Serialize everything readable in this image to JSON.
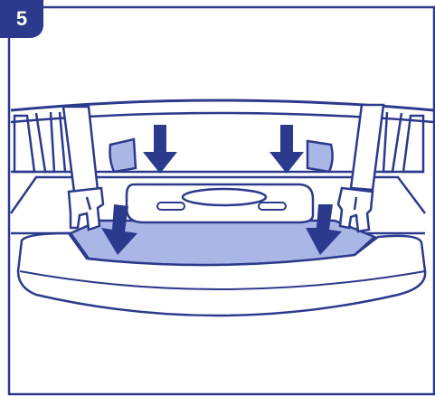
{
  "step": {
    "number": "5"
  },
  "colors": {
    "outline": "#2b3a8c",
    "fill_highlight": "#a9b6e6",
    "background": "#ffffff"
  },
  "illustration": {
    "parts": [
      "straps",
      "buckles",
      "base",
      "arrows"
    ],
    "arrow_count": 4
  }
}
